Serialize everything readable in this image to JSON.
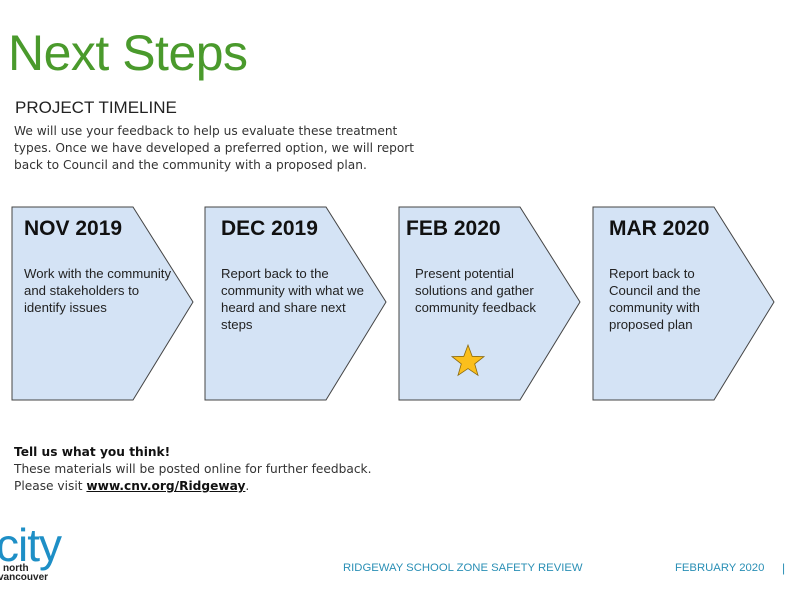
{
  "page": {
    "title": "Next Steps",
    "subtitle": "PROJECT TIMELINE",
    "intro": "We will use your feedback to help us evaluate these treatment types. Once we have developed a preferred option, we will report back to Council and the community with a proposed plan."
  },
  "timeline": {
    "fill_color": "#d4e3f5",
    "stroke_color": "#444444",
    "steps": [
      {
        "date": "NOV 2019",
        "description": "Work with the community and stakeholders to identify issues",
        "current": false
      },
      {
        "date": "DEC 2019",
        "description": "Report back to the community with what we heard and share next steps",
        "current": false
      },
      {
        "date": "FEB 2020",
        "description": "Present potential solutions and gather community feedback",
        "current": true,
        "marker": "star-icon"
      },
      {
        "date": "MAR 2020",
        "description": "Report back to Council and the community with proposed plan",
        "current": false
      }
    ]
  },
  "cta": {
    "heading": "Tell us what you think!",
    "line1": "These materials will be posted online for further feedback.",
    "line2_prefix": "Please visit ",
    "link_text": "www.cnv.org/Ridgeway",
    "line2_suffix": "."
  },
  "logo": {
    "city": "city",
    "of": "north",
    "place": "vancouver"
  },
  "footer": {
    "title": "RIDGEWAY SCHOOL ZONE SAFETY REVIEW",
    "date": "FEBRUARY 2020",
    "separator": "|"
  },
  "colors": {
    "title_green": "#4a9a2c",
    "footer_blue": "#2a8fb5",
    "logo_blue": "#1e8fc6",
    "star_fill": "#fbbf1c"
  }
}
